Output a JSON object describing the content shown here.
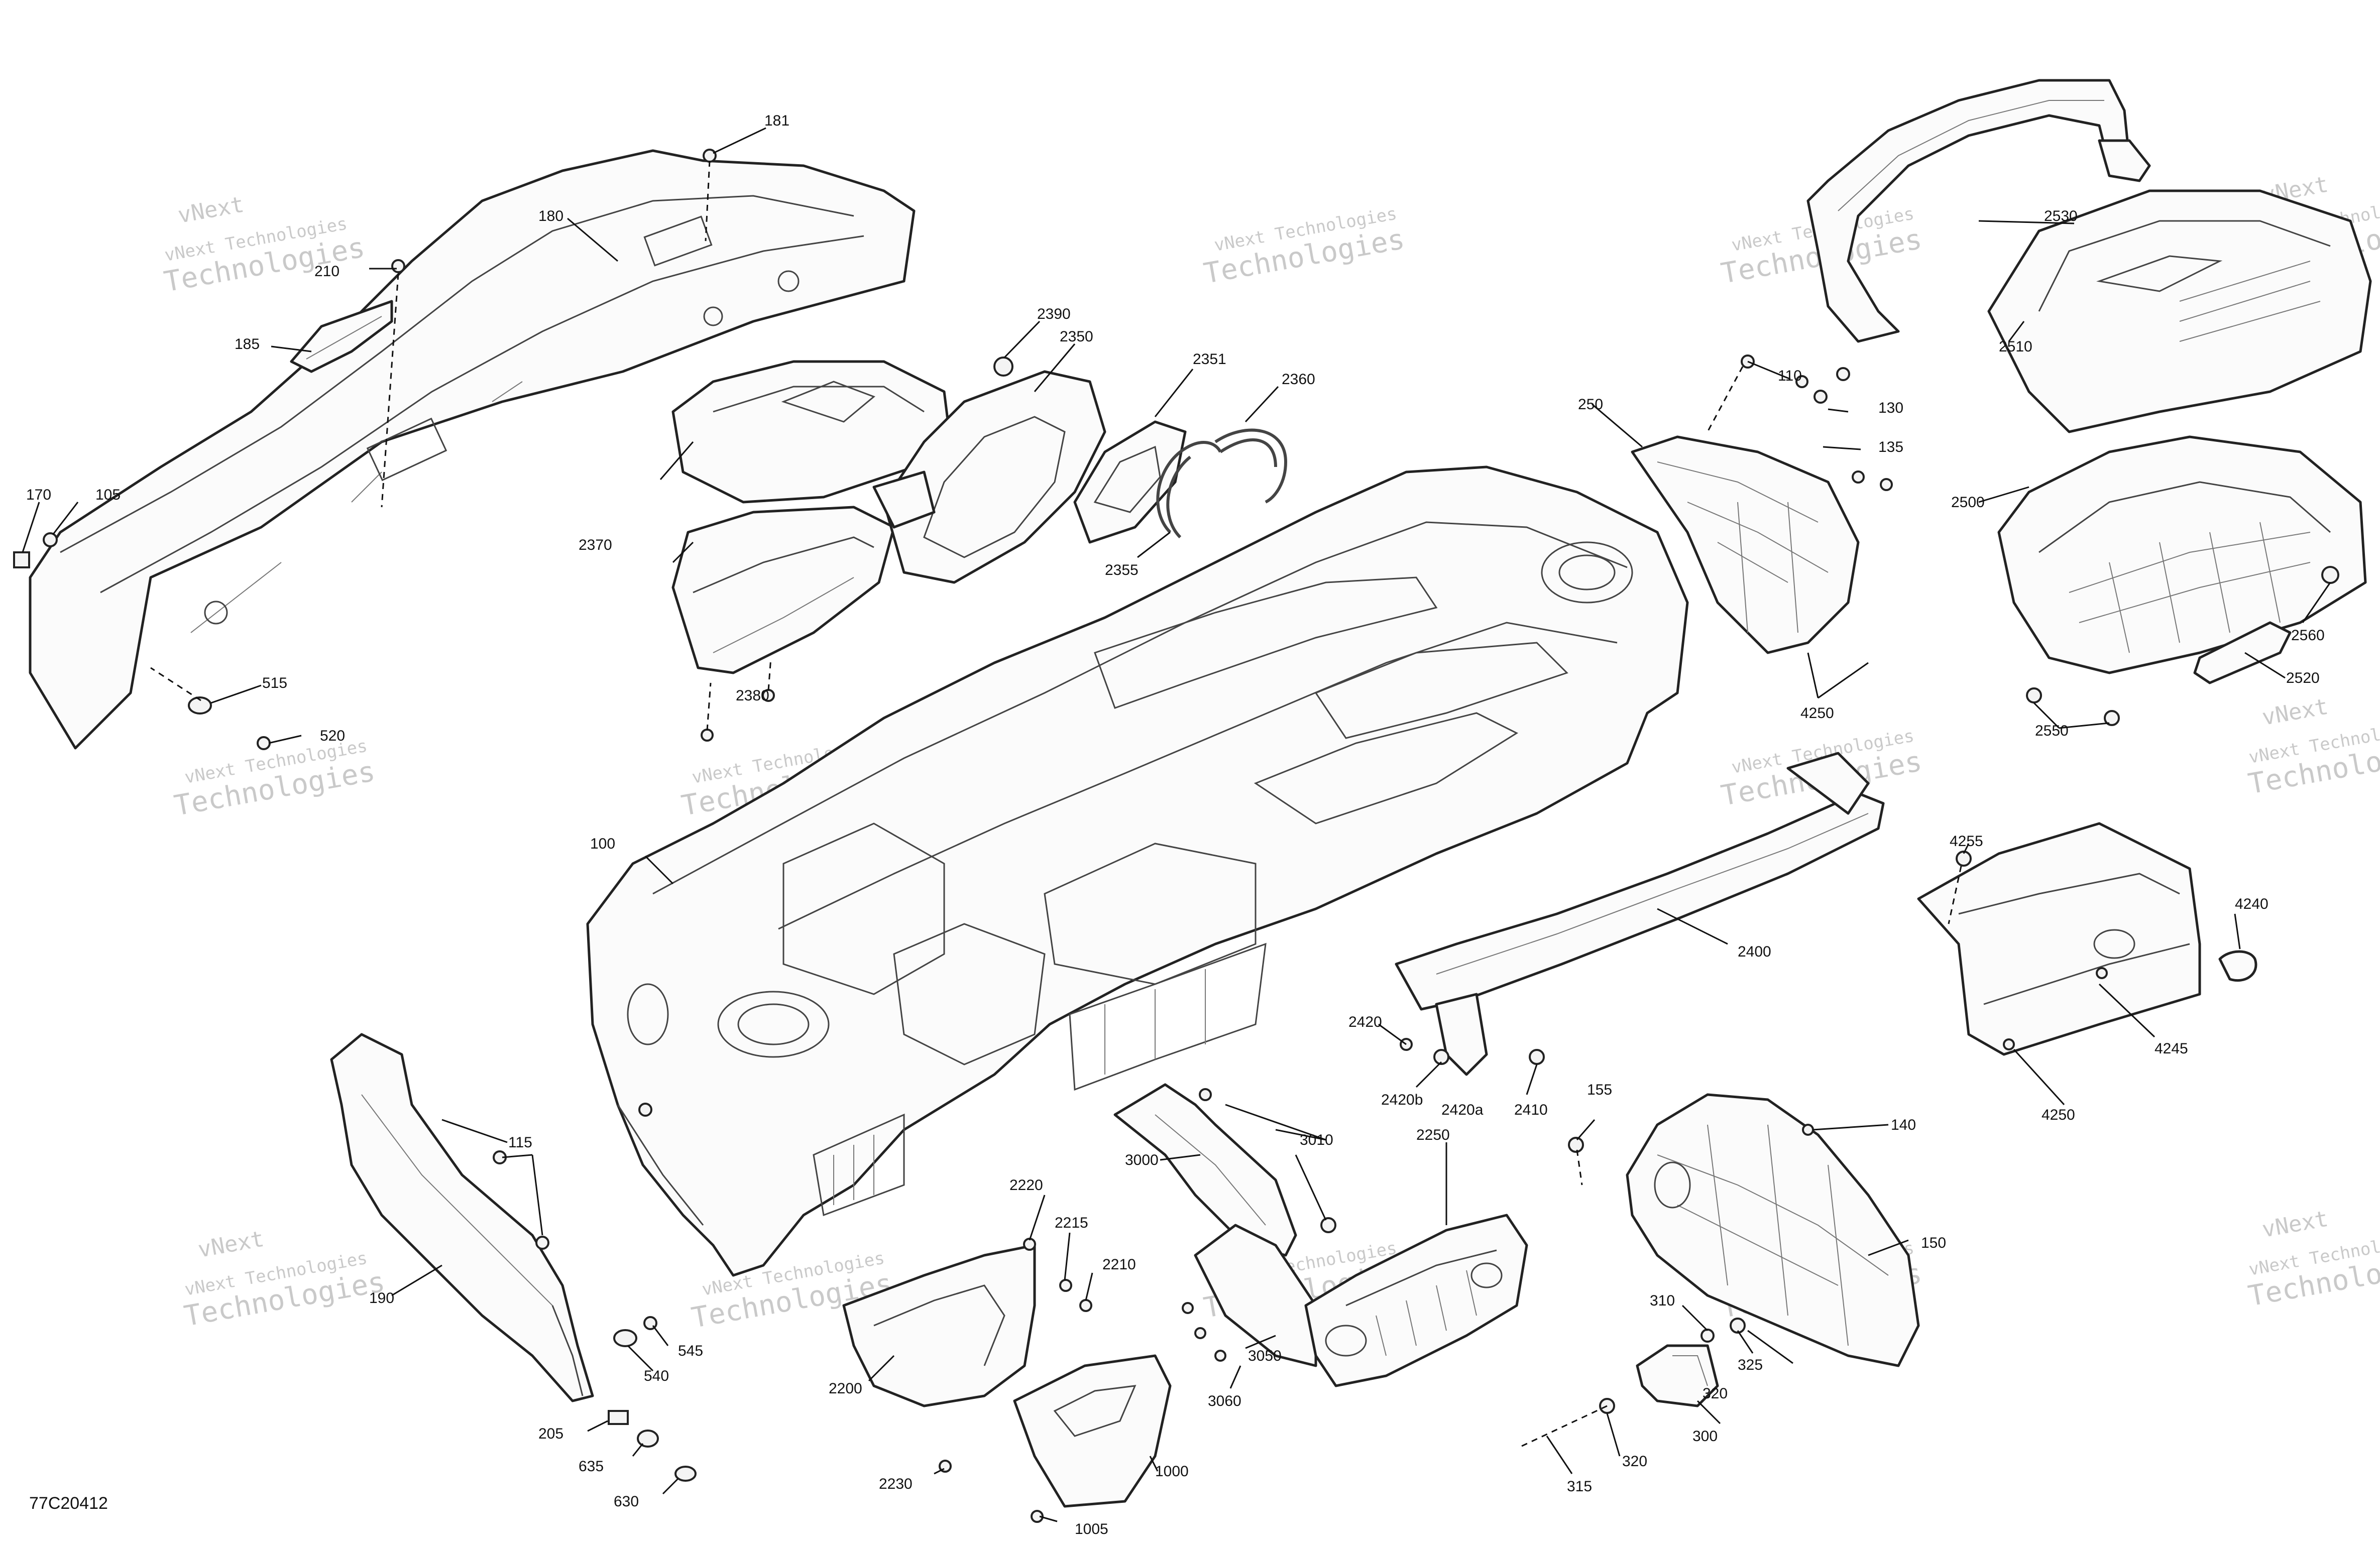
{
  "figure_code": "77C20412",
  "watermark": {
    "line1": "vNext Technologies",
    "line2": "Technologies",
    "line3": "vNext"
  },
  "callouts": {
    "c100": "100",
    "c105": "105",
    "c110": "110",
    "c115": "115",
    "c130": "130",
    "c135": "135",
    "c140": "140",
    "c150": "150",
    "c155": "155",
    "c170": "170",
    "c180": "180",
    "c181": "181",
    "c185": "185",
    "c190": "190",
    "c205": "205",
    "c210": "210",
    "c250": "250",
    "c300": "300",
    "c310": "310",
    "c315": "315",
    "c320": "320",
    "c325": "325",
    "c515": "515",
    "c520": "520",
    "c540": "540",
    "c545": "545",
    "c630": "630",
    "c635": "635",
    "c1000": "1000",
    "c1005": "1005",
    "c2200": "2200",
    "c2210": "2210",
    "c2215": "2215",
    "c2220": "2220",
    "c2230": "2230",
    "c2250": "2250",
    "c2350": "2350",
    "c2351": "2351",
    "c2355": "2355",
    "c2360": "2360",
    "c2370": "2370",
    "c2380": "2380",
    "c2390": "2390",
    "c2400": "2400",
    "c2410": "2410",
    "c2420": "2420",
    "c2420a": "2420a",
    "c2420b": "2420b",
    "c2500": "2500",
    "c2510": "2510",
    "c2520": "2520",
    "c2530": "2530",
    "c2550": "2550",
    "c2560": "2560",
    "c3000": "3000",
    "c3010": "3010",
    "c3050": "3050",
    "c3060": "3060",
    "c4240": "4240",
    "c4245": "4245",
    "c4250": "4250",
    "c4255": "4255"
  }
}
